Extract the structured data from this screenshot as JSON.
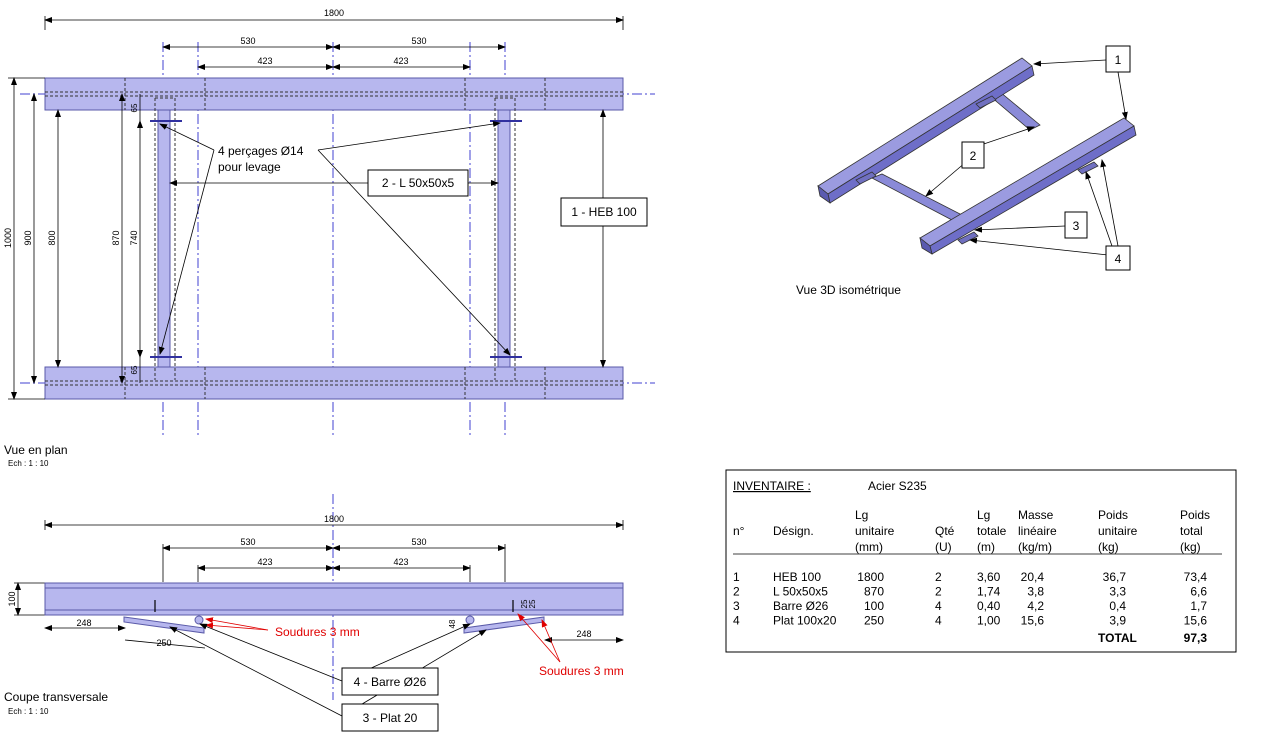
{
  "plan_view": {
    "title": "Vue en plan",
    "scale": "Ech :   1 : 10",
    "dims": {
      "overall": "1800",
      "half_left": "530",
      "half_right": "530",
      "inner_left": "423",
      "inner_right": "423",
      "h1000": "1000",
      "h900": "900",
      "h800": "800",
      "h870": "870",
      "h740": "740",
      "e65_top": "65",
      "e65_bot": "65"
    },
    "labels": {
      "holes_line1": "4 perçages Ø14",
      "holes_line2": "pour levage",
      "angle": "2 - L 50x50x5",
      "beam": "1 - HEB 100"
    }
  },
  "iso_view": {
    "title": "Vue 3D isométrique",
    "callouts": [
      "1",
      "2",
      "3",
      "4"
    ]
  },
  "section_view": {
    "title": "Coupe transversale",
    "scale": "Ech :   1 : 10",
    "dims": {
      "overall": "1800",
      "half_left": "530",
      "half_right": "530",
      "inner_left": "423",
      "inner_right": "423",
      "h100": "100",
      "left_248": "248",
      "right_248": "248",
      "plate_250": "250",
      "h48": "48",
      "v25a": "25",
      "v25b": "25"
    },
    "labels": {
      "weld_left": "Soudures 3 mm",
      "weld_right": "Soudures 3 mm",
      "bar": "4 - Barre Ø26",
      "plate": "3 - Plat 20"
    }
  },
  "inventory": {
    "title": "INVENTAIRE :",
    "material": "Acier S235",
    "headers": {
      "no": [
        "n°"
      ],
      "designation": [
        "Désign."
      ],
      "length": [
        "Lg",
        "unitaire",
        "(mm)"
      ],
      "qty": [
        "Qté",
        "(U)"
      ],
      "total_length": [
        "Lg",
        "totale",
        "(m)"
      ],
      "linear_mass": [
        "Masse",
        "linéaire",
        "(kg/m)"
      ],
      "unit_weight": [
        "Poids",
        "unitaire",
        "(kg)"
      ],
      "total_weight": [
        "Poids",
        "total",
        "(kg)"
      ]
    },
    "rows": [
      {
        "no": "1",
        "designation": "HEB 100",
        "length": "1800",
        "qty": "2",
        "total_length": "3,60",
        "linear_mass": "20,4",
        "unit_weight": "36,7",
        "total_weight": "73,4"
      },
      {
        "no": "2",
        "designation": "L 50x50x5",
        "length": "870",
        "qty": "2",
        "total_length": "1,74",
        "linear_mass": "3,8",
        "unit_weight": "3,3",
        "total_weight": "6,6"
      },
      {
        "no": "3",
        "designation": "Barre Ø26",
        "length": "100",
        "qty": "4",
        "total_length": "0,40",
        "linear_mass": "4,2",
        "unit_weight": "0,4",
        "total_weight": "1,7"
      },
      {
        "no": "4",
        "designation": "Plat 100x20",
        "length": "250",
        "qty": "4",
        "total_length": "1,00",
        "linear_mass": "15,6",
        "unit_weight": "3,9",
        "total_weight": "15,6"
      }
    ],
    "total_label": "TOTAL",
    "total_value": "97,3"
  },
  "colors": {
    "steel_fill": "#b7b7ee",
    "steel_stroke": "#5a5aa8",
    "axis_line": "#4040d0",
    "weld_red": "#e00000"
  }
}
